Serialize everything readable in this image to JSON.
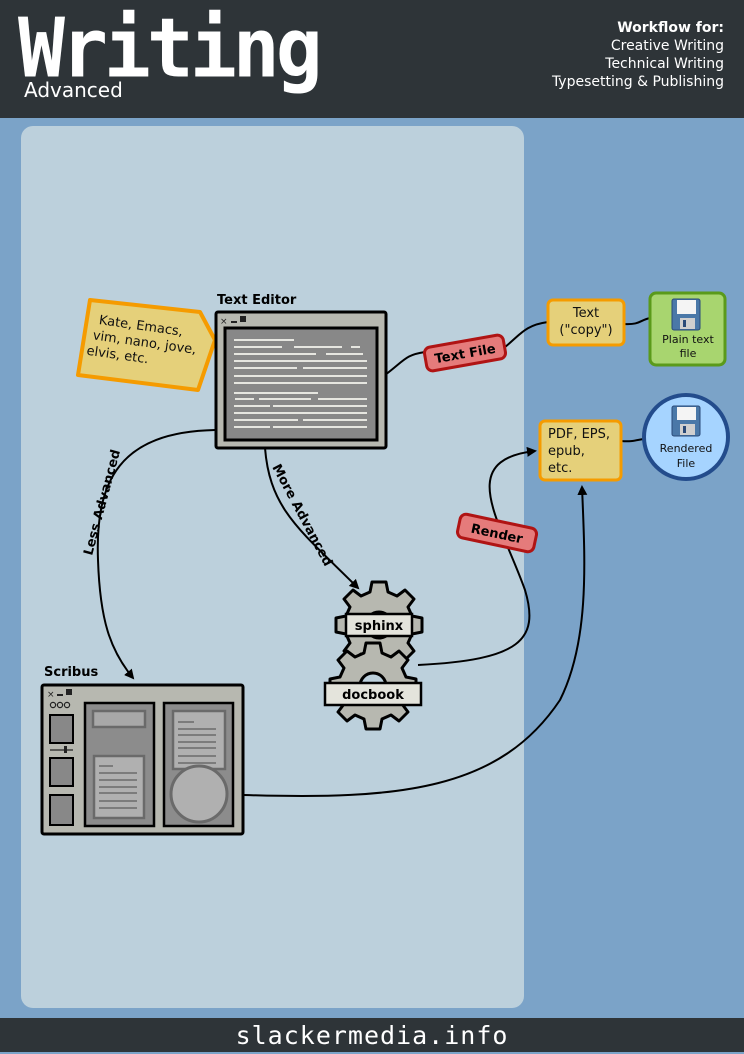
{
  "header": {
    "title": "Writing",
    "subtitle": "Advanced",
    "workflow_heading": "Workflow for:",
    "workflow_items": [
      "Creative Writing",
      "Technical Writing",
      "Typesetting & Publishing"
    ]
  },
  "nodes": {
    "text_editor": {
      "label": "Text Editor",
      "tag": "Kate, Emacs, vim, nano, jove, elvis, etc.",
      "tag_lines": [
        "Kate, Emacs,",
        "vim, nano, jove,",
        "elvis, etc."
      ]
    },
    "scribus": {
      "label": "Scribus"
    },
    "sphinx": {
      "label": "sphinx"
    },
    "docbook": {
      "label": "docbook"
    },
    "text_copy": {
      "lines": [
        "Text",
        "(\"copy\")"
      ]
    },
    "plain_text_file": {
      "lines": [
        "Plain text",
        "file"
      ]
    },
    "pdf_formats": {
      "lines": [
        "PDF, EPS,",
        "epub,",
        "etc."
      ]
    },
    "rendered_file": {
      "lines": [
        "Rendered",
        "File"
      ]
    }
  },
  "edges": {
    "text_file": "Text File",
    "render": "Render",
    "less_advanced": "Less Advanced",
    "more_advanced": "More Advanced"
  },
  "colors": {
    "header_bg": "#2e3438",
    "outer_bg": "#7ba3c8",
    "panel_bg": "#bcd0dc",
    "tag_fill": "#e5d07a",
    "tag_border": "#f59b00",
    "red_label_fill": "#e57b7b",
    "red_label_border": "#b01414",
    "green_fill": "#a8d56f",
    "green_border": "#5a9a1a",
    "blue_fill": "#a6d4ff",
    "blue_border": "#234c8c"
  },
  "footer": {
    "site": "slackermedia.info"
  }
}
